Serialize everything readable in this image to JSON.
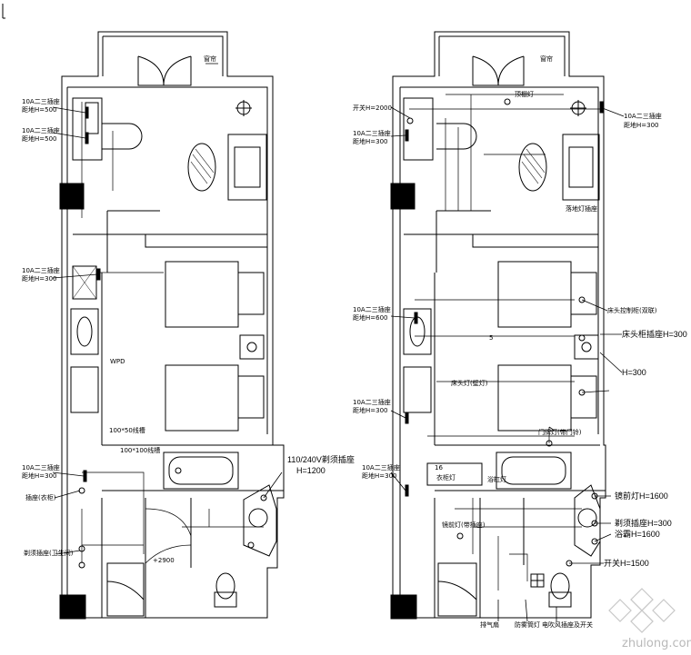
{
  "left_plan": {
    "labels": {
      "top_right_door": "窗帘",
      "outlet_a_line1": "10A二三插座",
      "outlet_a_line2": "距地H=500",
      "outlet_b_line1": "10A二三插座",
      "outlet_b_line2": "距地H=500",
      "outlet_c_line1": "10A二三插座",
      "outlet_c_line2": "距地H=300",
      "outlet_d_line1": "10A二三插座",
      "outlet_d_line2": "距地H=300",
      "socket_e": "插座(衣柜)",
      "socket_f": "剃须插座(卫生间)",
      "dim_a": "100*50线槽",
      "dim_b": "100*100线槽",
      "shaver_line1": "110/240V剃须插座",
      "shaver_line2": "H=1200",
      "elev_mark": "+2900",
      "bed_note": "WPD"
    }
  },
  "right_plan": {
    "labels": {
      "top_right_door": "窗帘",
      "switch_h": "开关H=2000",
      "outlet_a_line1": "10A二三插座",
      "outlet_a_line2": "距地H=300",
      "ceiling_light": "顶棚灯",
      "outlet_tr_line1": "10A二三插座",
      "outlet_tr_line2": "距地H=300",
      "floor_lamp_note": "落地灯插座",
      "outlet_b_line1": "10A二三插座",
      "outlet_b_line2": "距地H=600",
      "bedside_note": "床头控制柜(双联)",
      "desk_h": "床头柜插座H=300",
      "h300": "H=300",
      "lamp_note": "床头灯(壁灯)",
      "num5": "5",
      "outlet_c_line1": "10A二三插座",
      "outlet_c_line2": "距地H=300",
      "door_note": "门牌灯(带门铃)",
      "outlet_d_line1": "10A二三插座",
      "outlet_d_line2": "距地H=300",
      "num16": "16",
      "cabinet_note": "衣柜灯",
      "bath_note": "浴缸灯",
      "mirror_note": "镜前灯(带插座)",
      "h1600a": "镜前灯H=1600",
      "h300b": "剃须插座H=300",
      "h1600b": "浴霸H=1600",
      "h1500": "开关H=1500",
      "exhaust": "排气扇",
      "bath_light": "防雾筒灯",
      "hairdryer": "电吹风插座及开关"
    }
  },
  "watermark": "zhulong.com"
}
